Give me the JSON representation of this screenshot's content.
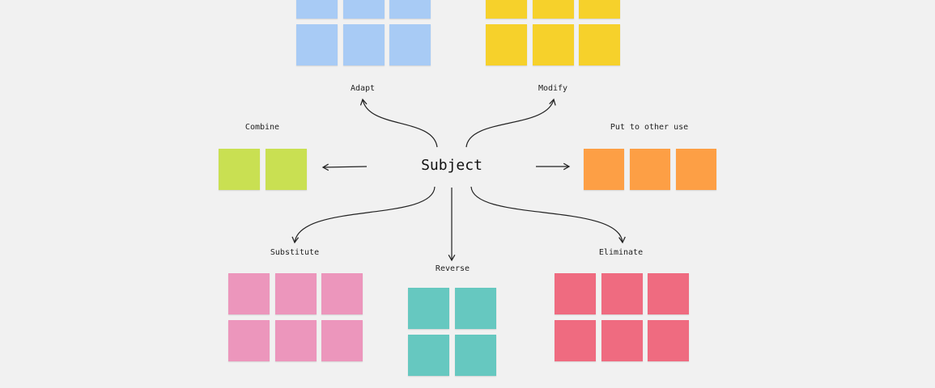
{
  "center": {
    "label": "Subject"
  },
  "branches": [
    {
      "id": "adapt",
      "label": "Adapt",
      "color": "#a8cbf5",
      "rows": 2,
      "cols": 3
    },
    {
      "id": "modify",
      "label": "Modify",
      "color": "#f6d12b",
      "rows": 2,
      "cols": 3
    },
    {
      "id": "combine",
      "label": "Combine",
      "color": "#c9e052",
      "rows": 1,
      "cols": 2
    },
    {
      "id": "put-to-other-use",
      "label": "Put to other use",
      "color": "#fd9f45",
      "rows": 1,
      "cols": 3
    },
    {
      "id": "substitute",
      "label": "Substitute",
      "color": "#ec96bc",
      "rows": 2,
      "cols": 3
    },
    {
      "id": "reverse",
      "label": "Reverse",
      "color": "#66c8c0",
      "rows": 2,
      "cols": 2
    },
    {
      "id": "eliminate",
      "label": "Eliminate",
      "color": "#ef6b80",
      "rows": 2,
      "cols": 3
    }
  ]
}
